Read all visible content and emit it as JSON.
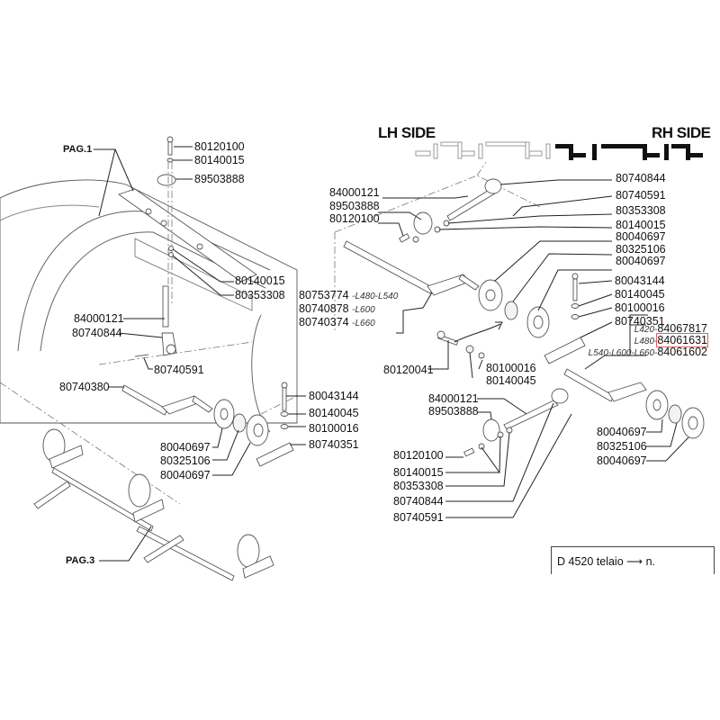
{
  "header": {
    "lh_side": "LH SIDE",
    "rh_side": "RH SIDE"
  },
  "page_refs": {
    "pag1": "PAG.1",
    "pag3": "PAG.3"
  },
  "top_left_group": [
    "80120100",
    "80140015",
    "89503888"
  ],
  "frame_group": [
    "80140015",
    "80353308"
  ],
  "pin_group": [
    "84000121",
    "80740844",
    "80740591"
  ],
  "left_shaft": "80740380",
  "left_bearing_group": [
    "80040697",
    "80325106",
    "80040697"
  ],
  "left_bolt_group": [
    "80043144",
    "80140045",
    "80100016",
    "80740351"
  ],
  "rh_top_left_labels": [
    "84000121",
    "89503888",
    "80120100"
  ],
  "rh_top_right_labels": [
    "80740844",
    "80740591",
    "80353308",
    "80140015",
    "80040697",
    "80325106",
    "80040697"
  ],
  "shaft_variants": [
    {
      "code": "80753774",
      "variant": "-L480-L540"
    },
    {
      "code": "80740878",
      "variant": "-L600"
    },
    {
      "code": "80740374",
      "variant": "-L660"
    }
  ],
  "rh_bolt_group": [
    "80043144",
    "80140045",
    "80100016",
    "80740351"
  ],
  "rh_shaft_variants": [
    {
      "variant": "L420-",
      "code": "84067817",
      "highlighted": false
    },
    {
      "variant": "L480-",
      "code": "84061631",
      "highlighted": true
    },
    {
      "variant": "L540-L600-L660-",
      "code": "84061602",
      "highlighted": false
    }
  ],
  "rh_small_bolt": {
    "bolt": "80120041",
    "parts": [
      "80100016",
      "80140045"
    ]
  },
  "rh_bottom_left_labels": [
    "84000121",
    "89503888",
    "80120100",
    "80140015",
    "80353308",
    "80740844",
    "80740591"
  ],
  "rh_bottom_right_labels": [
    "80040697",
    "80325106",
    "80040697"
  ],
  "frame_note": {
    "prefix": "D 4520 telaio",
    "arrow": "arrow-right-icon",
    "suffix": "n."
  },
  "colors": {
    "highlight": "#e06060",
    "ink": "#111111",
    "ghost": "#999999"
  }
}
